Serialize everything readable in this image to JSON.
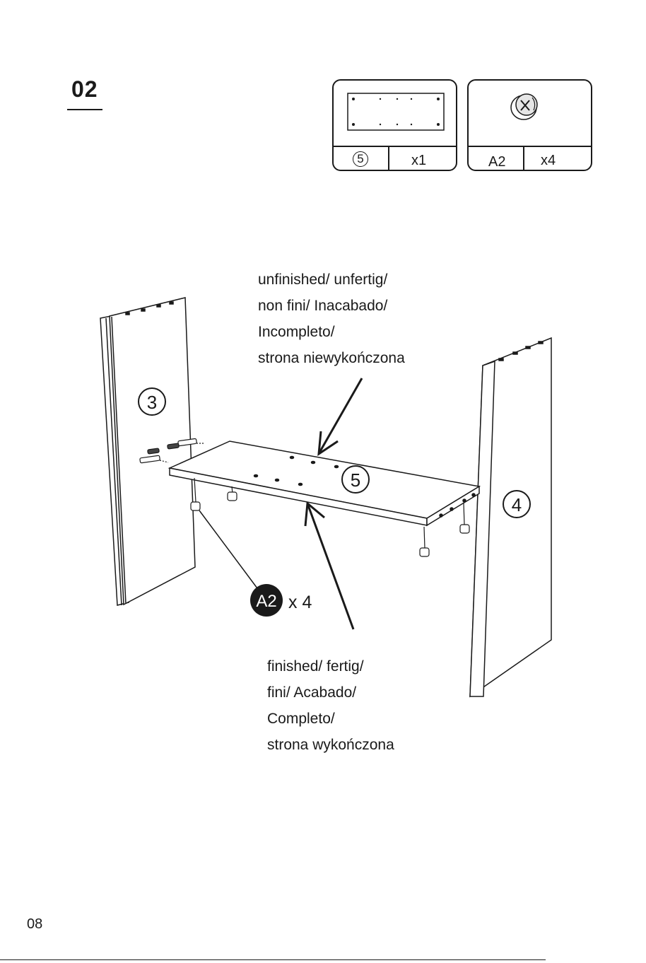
{
  "step": {
    "number": "02"
  },
  "parts": [
    {
      "id_label": "5",
      "quantity": "x1",
      "icon": "panel-icon"
    },
    {
      "id_label": "A2",
      "quantity": "x4",
      "icon": "cam-lock-icon"
    }
  ],
  "diagram": {
    "panel_labels": [
      "3",
      "5",
      "4"
    ],
    "hardware_label": "A2",
    "hardware_count": "x 4"
  },
  "captions": {
    "unfinished": [
      "unfinished/ unfertig/",
      "non fini/ Inacabado/",
      "Incompleto/",
      "strona niewykończona"
    ],
    "finished": [
      "finished/ fertig/",
      "fini/ Acabado/",
      "Completo/",
      "strona wykończona"
    ]
  },
  "page": {
    "number": "08"
  }
}
